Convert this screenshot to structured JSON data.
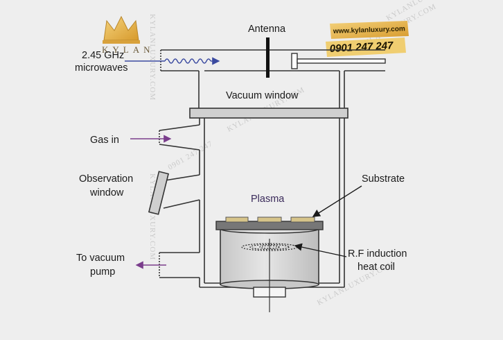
{
  "labels": {
    "antenna": "Antenna",
    "microwave_freq": "2.45 GHz",
    "microwaves": "microwaves",
    "vacuum_window": "Vacuum window",
    "gas_in": "Gas in",
    "observation_line1": "Observation",
    "observation_line2": "window",
    "substrate": "Substrate",
    "plasma": "Plasma",
    "rf_line1": "R.F induction",
    "rf_line2": "heat coil",
    "vacuum_pump_line1": "To vacuum",
    "vacuum_pump_line2": "pump"
  },
  "branding": {
    "logo_text": "KYLAN",
    "url": "www.kylanluxury.com",
    "phone": "0901 247 247",
    "watermark_vertical": "KYLANLUXURY.COM",
    "watermark_diag": "KYLANLUXURY.COM",
    "watermark_phone": "0901 247 247"
  },
  "colors": {
    "arrow_accent": "#7a3d8c",
    "microwave_wave": "#3b4aa0",
    "gold": "#e8b54a",
    "chamber_fill": "#d9d9d9",
    "line": "#333333"
  }
}
